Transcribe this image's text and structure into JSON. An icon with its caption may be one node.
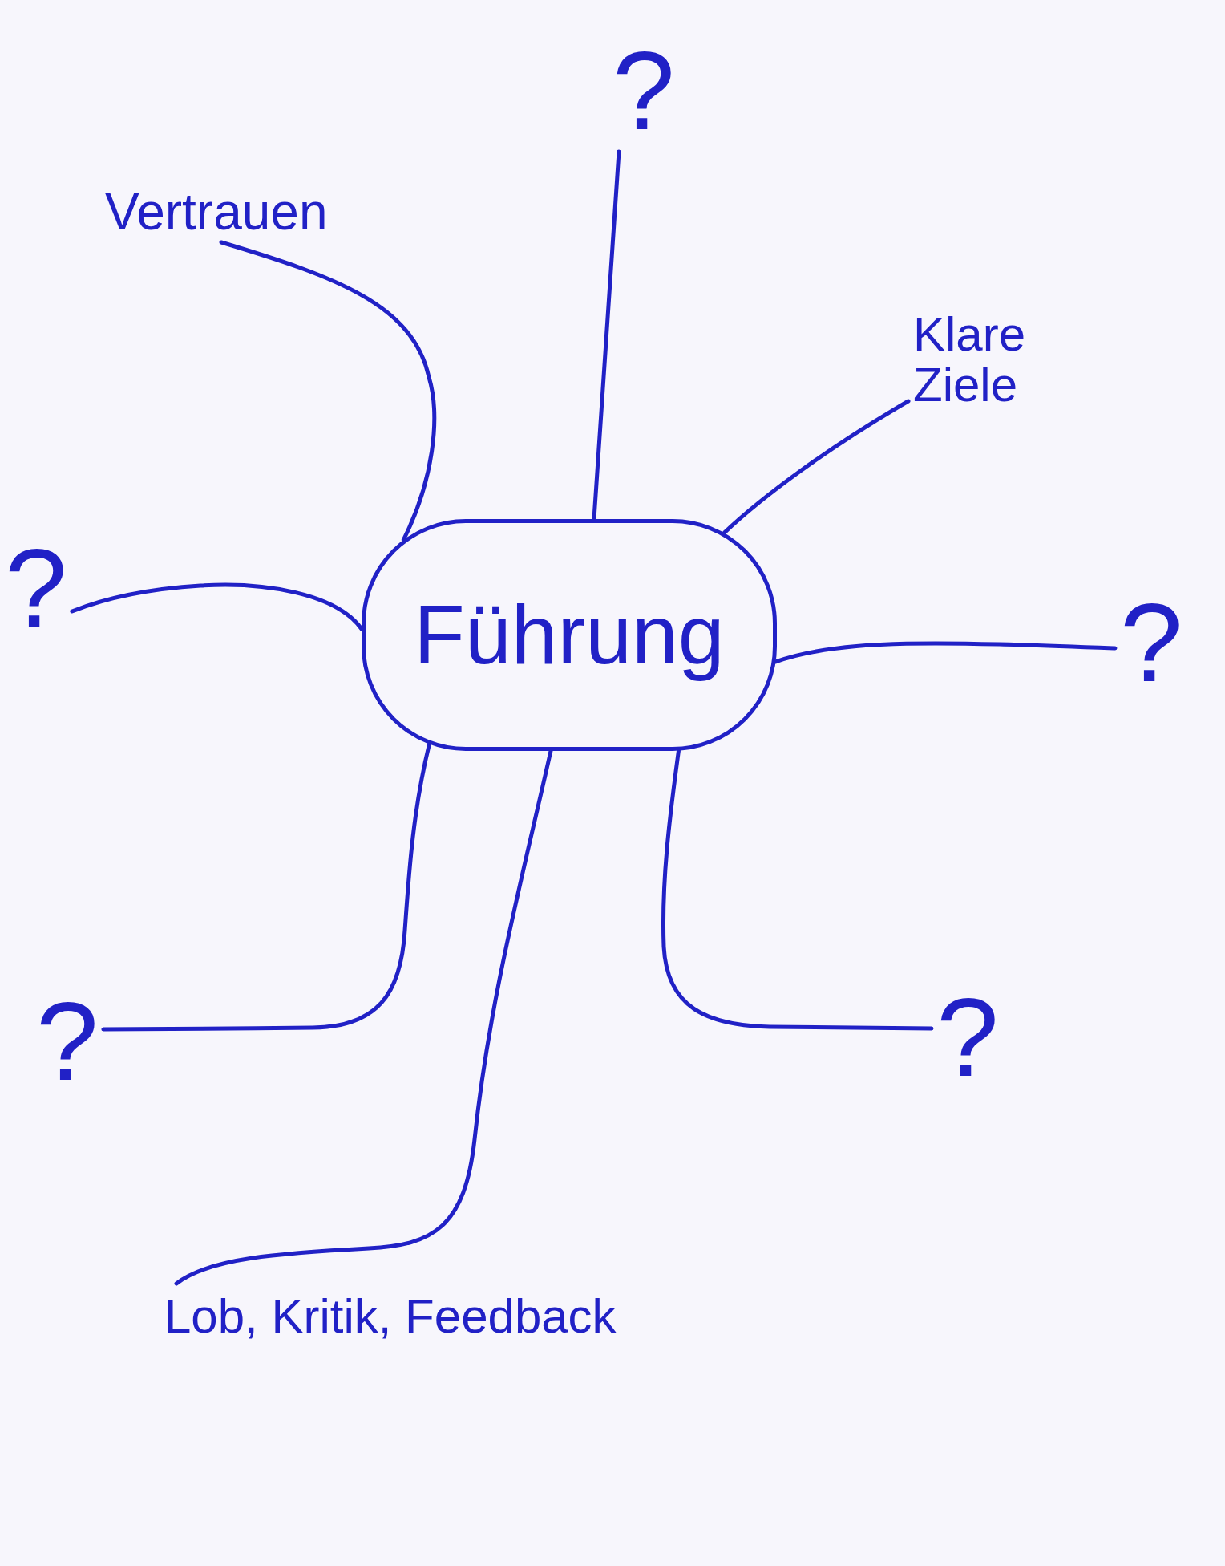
{
  "diagram": {
    "nodes": [
      {
        "text": [
          "?"
        ]
      },
      {
        "text": [
          "Vertrauen"
        ]
      },
      {
        "text": [
          "Klare Ziele"
        ]
      },
      {
        "text": [
          "?"
        ]
      },
      {
        "text": [
          "Führung"
        ]
      },
      {
        "text": [
          "?"
        ]
      },
      {
        "text": [
          "?"
        ]
      },
      {
        "text": [
          "?"
        ]
      },
      {
        "text": [
          "Lob, Kritik, Feedback"
        ]
      }
    ],
    "edges": [
      {
        "from": 4,
        "to": 0,
        "arrow": "none"
      },
      {
        "from": 4,
        "to": 1,
        "arrow": "none"
      },
      {
        "from": 4,
        "to": 2,
        "arrow": "none"
      },
      {
        "from": 4,
        "to": 3,
        "arrow": "none"
      },
      {
        "from": 4,
        "to": 5,
        "arrow": "none"
      },
      {
        "from": 4,
        "to": 6,
        "arrow": "none"
      },
      {
        "from": 4,
        "to": 7,
        "arrow": "none"
      },
      {
        "from": 4,
        "to": 8,
        "arrow": "none"
      }
    ]
  }
}
